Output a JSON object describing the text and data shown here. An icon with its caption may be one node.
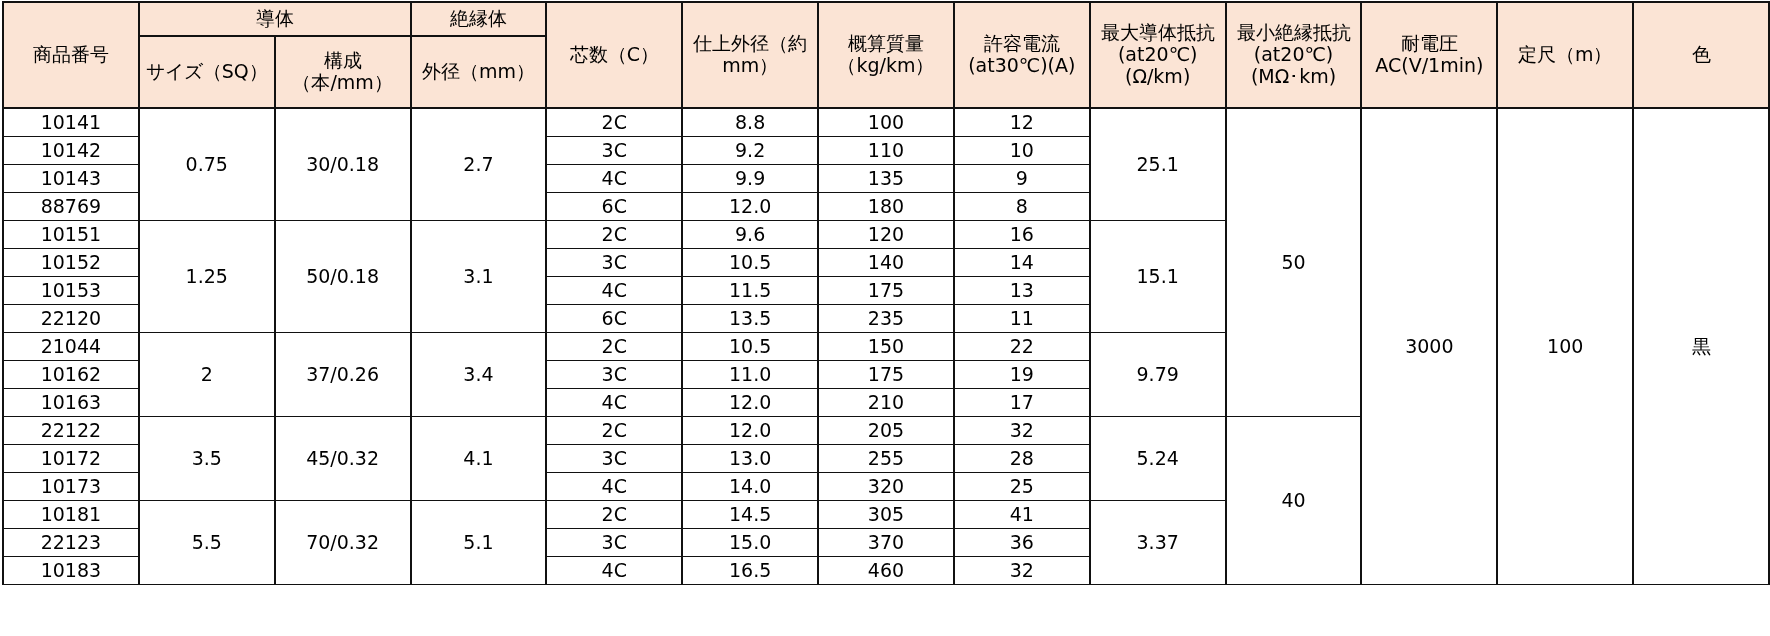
{
  "diagram": {
    "labels": [
      "商品番号",
      "導体",
      "絶縁体",
      "芯数（C）",
      "仕上外径（約mm）",
      "概算質量（kg/km）",
      "許容電流(at30℃)(A)",
      "最大導体抵抗(at20℃)(Ω/km)",
      "最小絶縁抵抗(at20℃)(MΩ･km)",
      "耐電圧AC(V/1min)",
      "定尺（m）",
      "色",
      "サイズ（SQ）",
      "構成（本/mm）",
      "外径（mm）",
      "10141",
      "0.75",
      "30/0.18",
      "2.7",
      "2C",
      "8.8",
      "100",
      "12",
      "25.1",
      "50",
      "3000",
      "100",
      "黒",
      "10142",
      "3C",
      "9.2",
      "110",
      "10",
      "10143",
      "4C",
      "9.9",
      "135",
      "9",
      "88769",
      "6C",
      "12.0",
      "180",
      "8",
      "10151",
      "1.25",
      "50/0.18",
      "3.1",
      "2C",
      "9.6",
      "120",
      "16",
      "15.1",
      "10152",
      "3C",
      "10.5",
      "140",
      "14",
      "10153",
      "4C",
      "11.5",
      "175",
      "13",
      "22120",
      "6C",
      "13.5",
      "235",
      "11",
      "21044",
      "2C",
      "10.5",
      "150",
      "22",
      "10162",
      "2",
      "37/0.26",
      "3.4",
      "3C",
      "11.0",
      "175",
      "19",
      "9.79",
      "10163",
      "4C",
      "12.0",
      "210",
      "17",
      "22122",
      "2C",
      "12.0",
      "205",
      "32",
      "10172",
      "3.5",
      "45/0.32",
      "4.1",
      "3C",
      "13.0",
      "255",
      "28",
      "5.24",
      "10173",
      "4C",
      "14.0",
      "320",
      "25",
      "40",
      "10181",
      "2C",
      "14.5",
      "305",
      "41",
      "22123",
      "5.5",
      "70/0.32",
      "5.1",
      "3C",
      "15.0",
      "370",
      "36",
      "3.37",
      "10183",
      "4C",
      "16.5",
      "460",
      "32"
    ]
  }
}
